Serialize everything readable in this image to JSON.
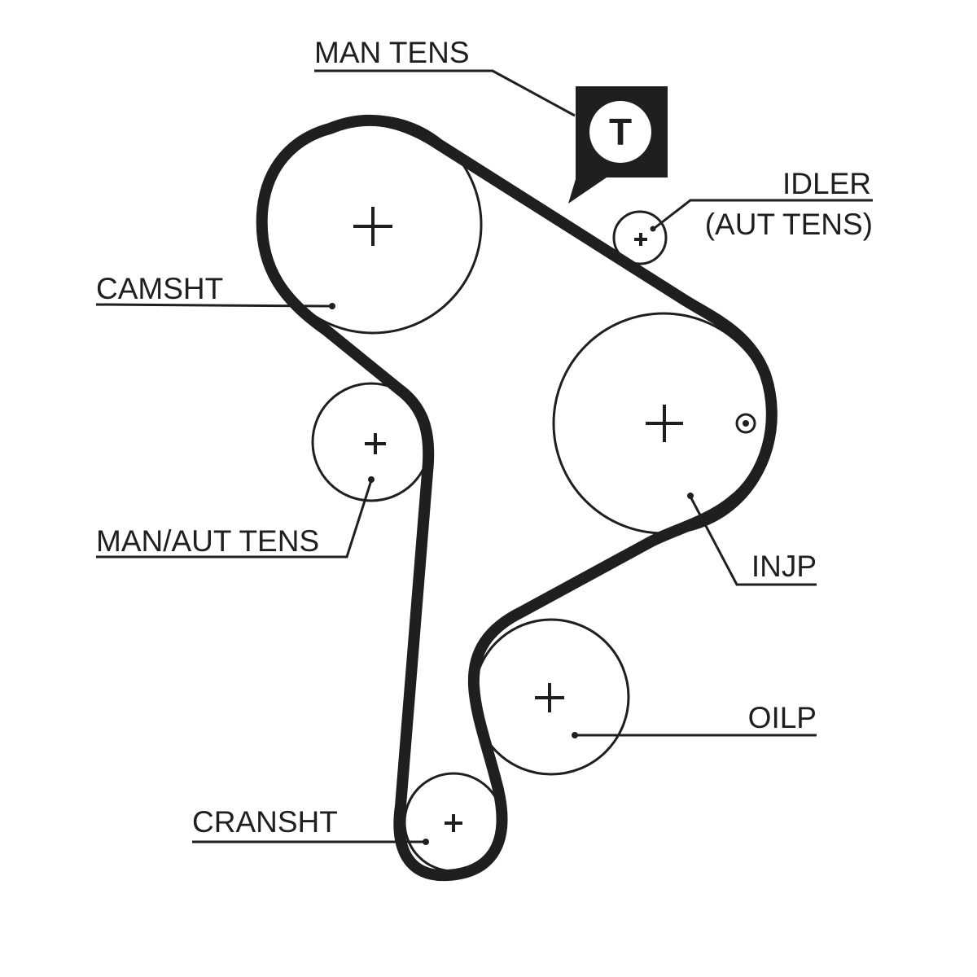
{
  "colors": {
    "ink": "#1f1f1f",
    "background": "#ffffff"
  },
  "icons": {
    "tensioner_symbol": "T"
  },
  "labels": {
    "man_tens": "MAN TENS",
    "idler_line1": "IDLER",
    "idler_line2": "(AUT TENS)",
    "camsht": "CAMSHT",
    "man_aut_tens": "MAN/AUT TENS",
    "injp": "INJP",
    "oilp": "OILP",
    "cransht": "CRANSHT"
  }
}
